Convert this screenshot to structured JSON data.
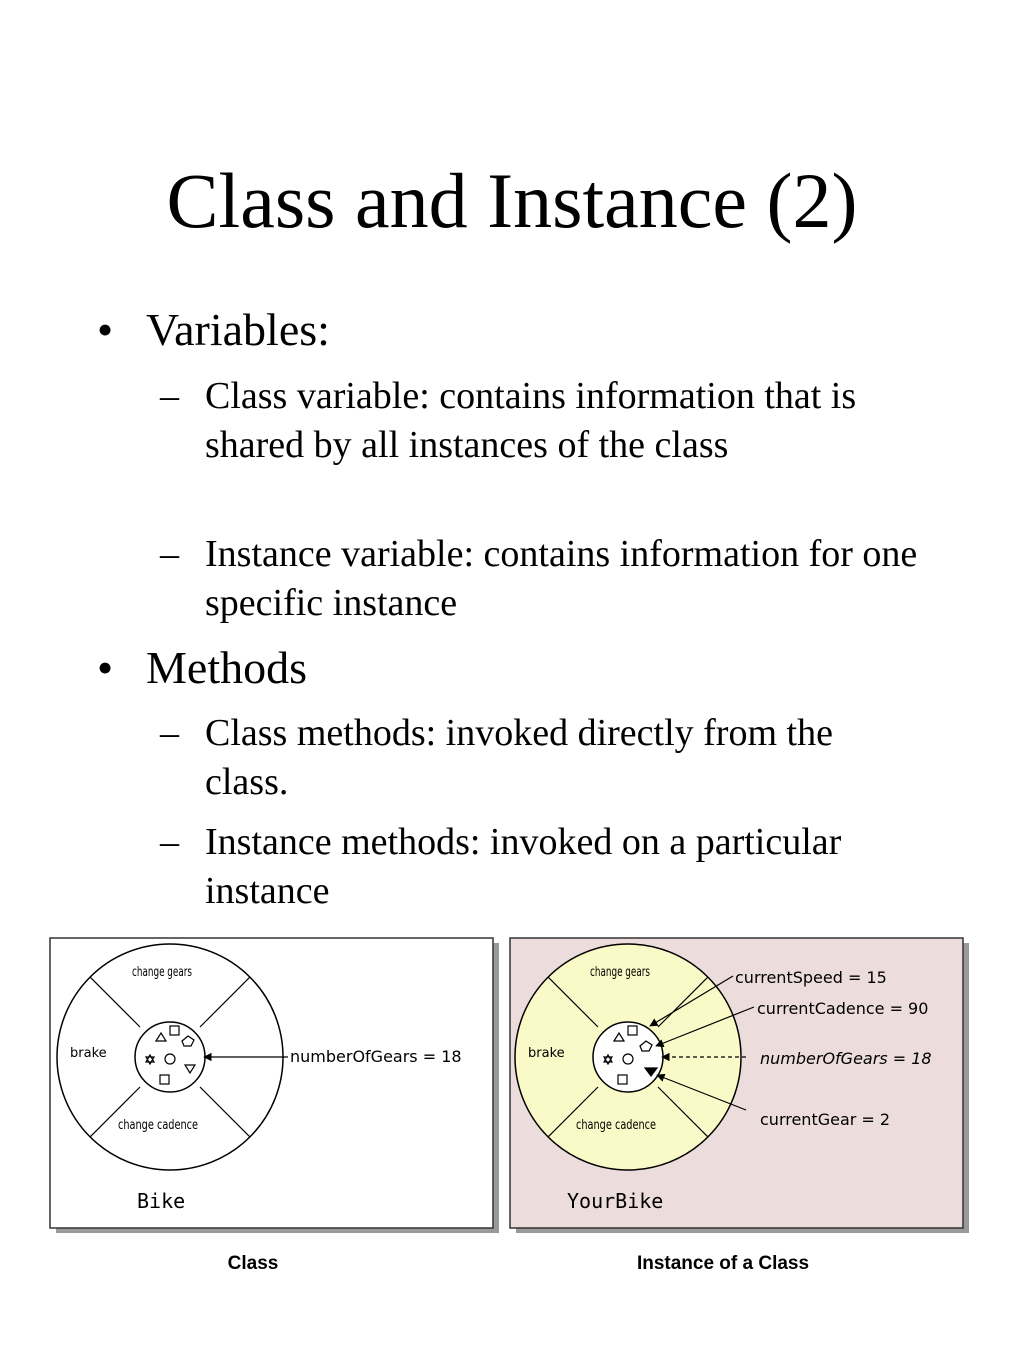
{
  "title": "Class and Instance (2)",
  "bullets": [
    {
      "label": "Variables:",
      "sub": [
        "Class variable: contains information that is shared by all instances of the class",
        "Instance variable: contains information for one specific instance"
      ]
    },
    {
      "label": "Methods",
      "sub": [
        "Class methods: invoked directly from the class.",
        "Instance methods: invoked on a particular instance"
      ]
    }
  ],
  "figure": {
    "class_panel": {
      "segment_top": "change gears",
      "segment_left": "brake",
      "segment_bottom": "change cadence",
      "variable": "numberOfGears = 18",
      "name": "Bike",
      "caption": "Class",
      "background": "#ffffff"
    },
    "instance_panel": {
      "segment_top": "change gears",
      "segment_left": "brake",
      "segment_bottom": "change cadence",
      "variables": [
        "currentSpeed = 15",
        "currentCadence = 90",
        "numberOfGears = 18",
        "currentGear = 2"
      ],
      "name": "YourBike",
      "caption": "Instance of a Class",
      "background": "#ecdcdc",
      "wheel_fill": "#fafac8"
    }
  }
}
